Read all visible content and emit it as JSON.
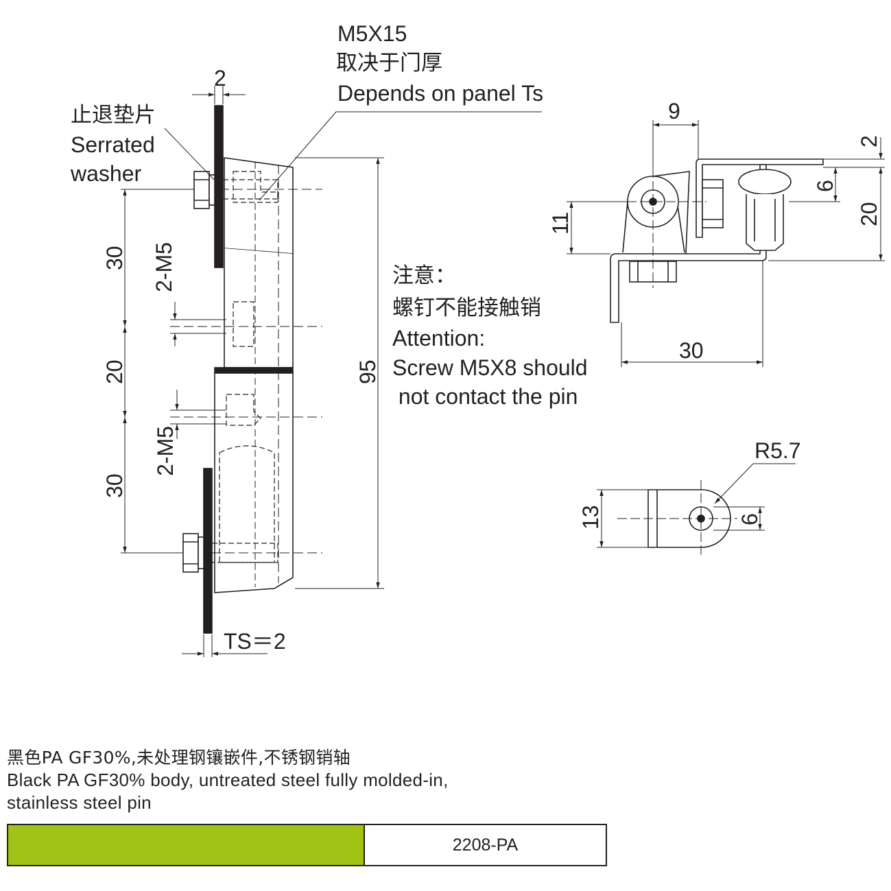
{
  "side_view": {
    "dim_top_washer": "2",
    "screw_spec": "M5X15",
    "screw_note_cn": "取决于门厚",
    "screw_note_en": "Depends on panel Ts",
    "washer_cn": "止退垫片",
    "washer_en_1": "Serrated",
    "washer_en_2": "washer",
    "dim_upper_30": "30",
    "dim_upper_m5": "2-M5",
    "dim_20": "20",
    "dim_lower_m5": "2-M5",
    "dim_lower_30": "30",
    "dim_total": "95",
    "ts_label": "TS＝2"
  },
  "attention": {
    "cn_1": "注意：",
    "cn_2": "螺钉不能接触销",
    "en_1": "Attention:",
    "en_2": "Screw M5X8 should",
    "en_3": " not contact the pin"
  },
  "top_view": {
    "dim_9": "9",
    "dim_2": "2",
    "dim_6": "6",
    "dim_20": "20",
    "dim_11": "11",
    "dim_30": "30"
  },
  "end_view": {
    "radius": "R5.7",
    "dim_13": "13",
    "dim_6": "6"
  },
  "material": {
    "line_cn": "黑色PA GF30%,未处理钢镶嵌件,不锈钢销轴",
    "line_en_1": "Black PA GF30% body, untreated steel fully molded-in,",
    "line_en_2": "stainless steel pin"
  },
  "part": {
    "number": "2208-PA",
    "color": "#a1c316"
  }
}
